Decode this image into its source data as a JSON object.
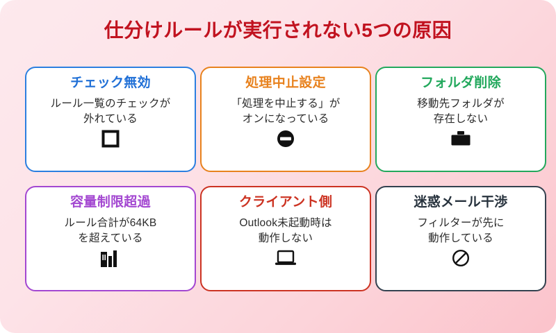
{
  "page": {
    "title": "仕分けルールが実行されない5つの原因",
    "title_color": "#c1121f",
    "background_from": "#fde9ed",
    "background_to": "#fbc3cb"
  },
  "cards": [
    {
      "heading": "チェック無効",
      "body": "ルール一覧のチェックが\n外れている",
      "icon": "checkbox-empty-icon",
      "accent": "#2b7fe0",
      "theme": "c-blue"
    },
    {
      "heading": "処理中止設定",
      "body": "「処理を中止する」が\nオンになっている",
      "icon": "no-entry-icon",
      "accent": "#e8821e",
      "theme": "c-orange"
    },
    {
      "heading": "フォルダ削除",
      "body": "移動先フォルダが\n存在しない",
      "icon": "briefcase-icon",
      "accent": "#22a85c",
      "theme": "c-green"
    },
    {
      "heading": "容量制限超過",
      "body": "ルール合計が64KB\nを超えている",
      "icon": "bar-chart-icon",
      "accent": "#a347d1",
      "theme": "c-purple"
    },
    {
      "heading": "クライアント側",
      "body": "Outlook未起動時は\n動作しない",
      "icon": "laptop-icon",
      "accent": "#cc3322",
      "theme": "c-red"
    },
    {
      "heading": "迷惑メール干渉",
      "body": "フィルターが先に\n動作している",
      "icon": "prohibited-icon",
      "accent": "#33414f",
      "theme": "c-navy"
    }
  ]
}
